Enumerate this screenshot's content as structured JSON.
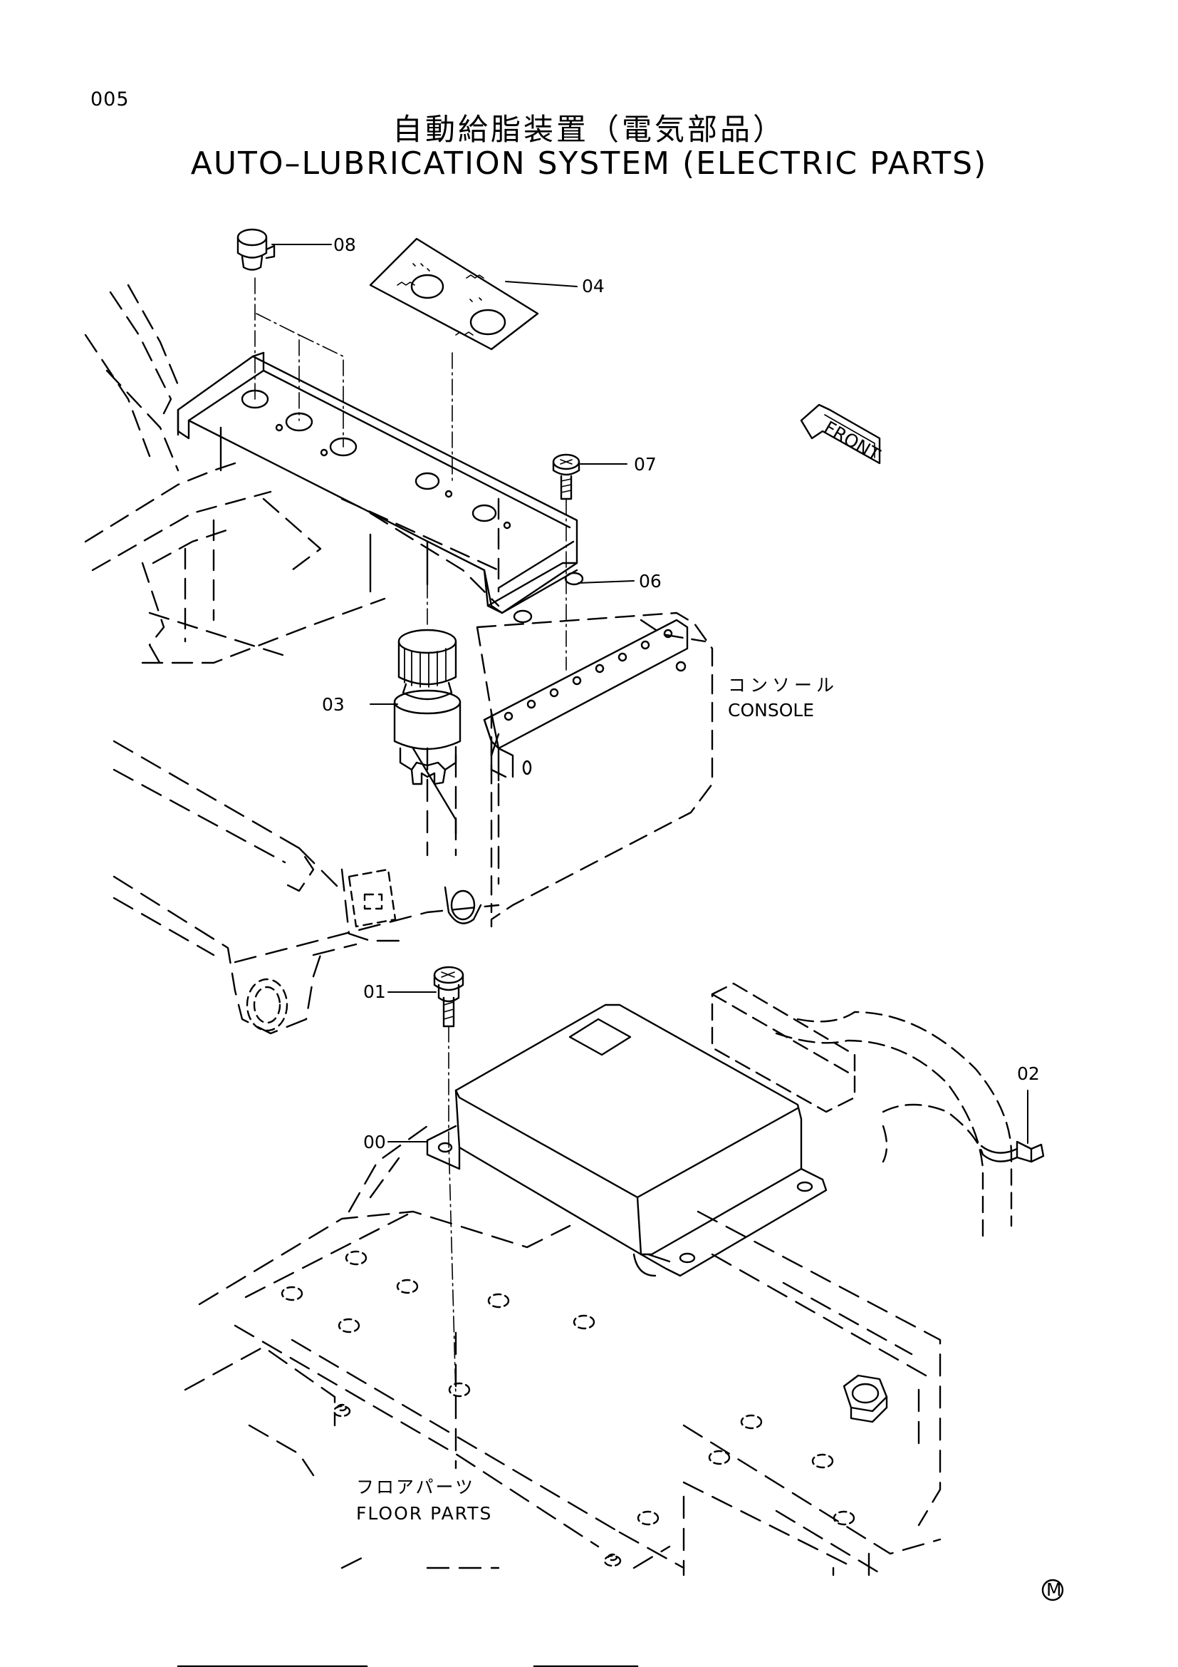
{
  "page": {
    "number": "005"
  },
  "title": {
    "japanese": "自動給脂装置（電気部品）",
    "english": "AUTO–LUBRICATION SYSTEM (ELECTRIC PARTS)"
  },
  "callouts": [
    "08",
    "04",
    "07",
    "06",
    "03",
    "01",
    "02",
    "00"
  ],
  "direction_badge": "FRONT",
  "labels": {
    "console_jp": "コンソール",
    "console_en": "CONSOLE",
    "floor_jp": "フロアパーツ",
    "floor_en": "FLOOR PARTS"
  },
  "mark": "M"
}
